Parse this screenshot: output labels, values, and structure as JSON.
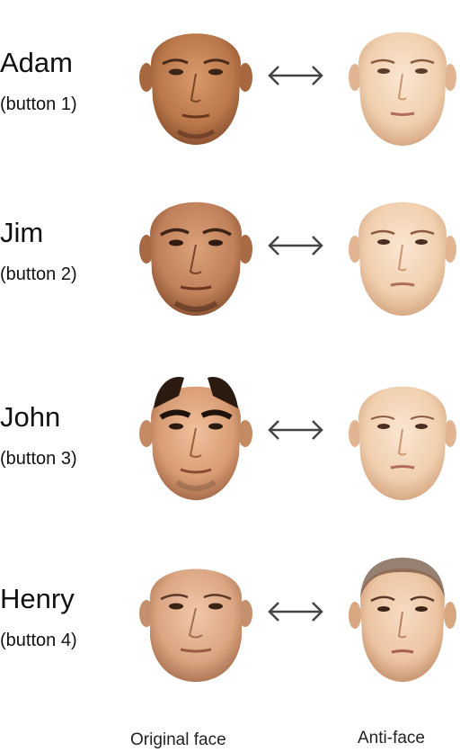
{
  "rows": [
    {
      "name": "Adam",
      "button": "(button 1)"
    },
    {
      "name": "Jim",
      "button": "(button 2)"
    },
    {
      "name": "John",
      "button": "(button 3)"
    },
    {
      "name": "Henry",
      "button": "(button 4)"
    }
  ],
  "captions": {
    "original": "Original face",
    "anti": "Anti-face"
  },
  "colors": {
    "original_skin": "#c98a5a",
    "anti_skin": "#f3d2b4",
    "arrow": "#444444"
  },
  "icons": {
    "arrow": "double-arrow-icon"
  }
}
